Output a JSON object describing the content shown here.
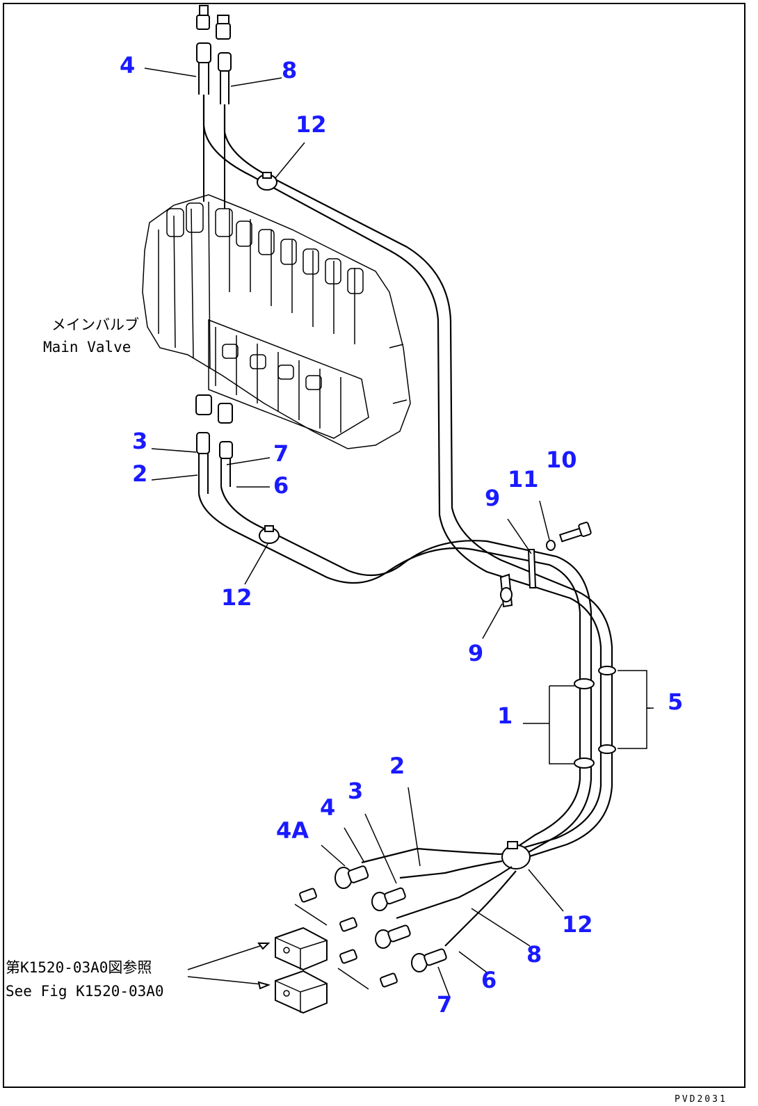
{
  "labels": {
    "top_4": "4",
    "top_8": "8",
    "top_12": "12",
    "mid_3": "3",
    "mid_2": "2",
    "mid_7": "7",
    "mid_6": "6",
    "mid_12": "12",
    "r_9a": "9",
    "r_11": "11",
    "r_10": "10",
    "r_9b": "9",
    "r_1": "1",
    "r_5": "5",
    "b_4a": "4A",
    "b_4": "4",
    "b_3": "3",
    "b_2": "2",
    "b_12": "12",
    "b_8": "8",
    "b_6": "6",
    "b_7": "7"
  },
  "notes": {
    "main_valve_jp": "メインバルブ",
    "main_valve_en": "Main Valve",
    "see_fig_jp": "第K1520-03A0図参照",
    "see_fig_en": "See Fig K1520-03A0"
  },
  "drawing_code": "PVD2031"
}
